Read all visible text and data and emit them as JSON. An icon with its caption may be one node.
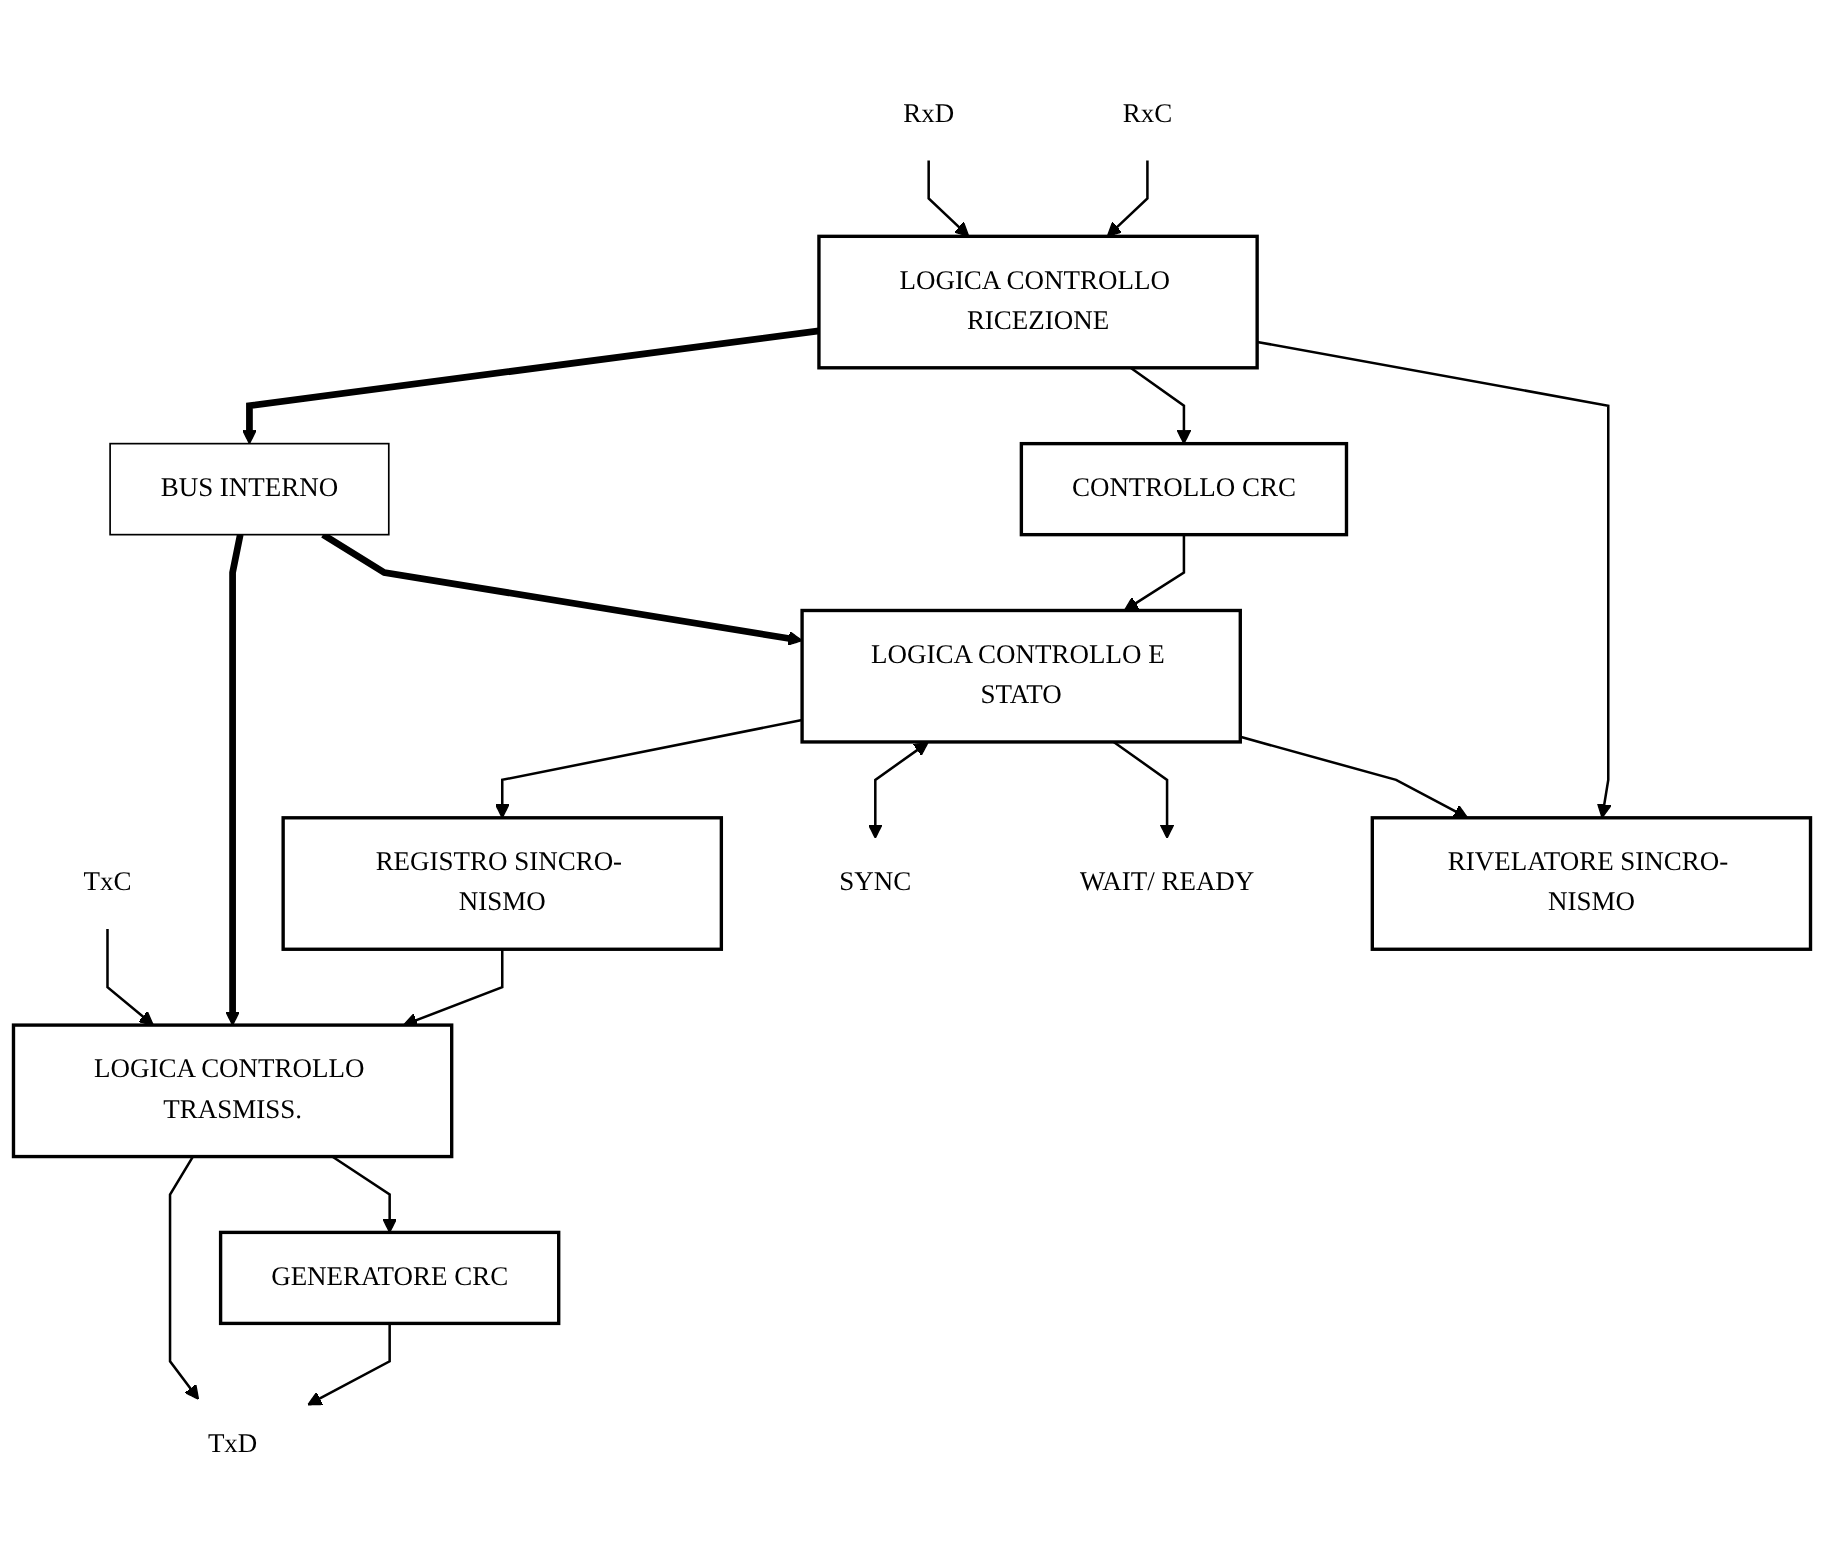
{
  "diagram": {
    "nodes": [
      {
        "text": [
          "TxD"
        ]
      },
      {
        "text": [
          "TxC"
        ]
      },
      {
        "text": [
          "GENERATORE CRC"
        ]
      },
      {
        "text": [
          "LOGICA CONTROLLO TRASMISS."
        ]
      },
      {
        "text": [
          "REGISTRO SINCRO- NISMO"
        ]
      },
      {
        "text": [
          "BUS INTERNO"
        ]
      },
      {
        "text": [
          "LOGICA CONTROLLO E STATO"
        ]
      },
      {
        "text": [
          "SYNC"
        ]
      },
      {
        "text": [
          "WAIT/ READY"
        ]
      },
      {
        "text": [
          "CONTROLLO CRC"
        ]
      },
      {
        "text": [
          "LOGICA CONTROLLO RICEZIONE"
        ]
      },
      {
        "text": [
          "RIVELATORE SINCRO- NISMO"
        ]
      },
      {
        "text": [
          "RxD"
        ]
      },
      {
        "text": [
          "RxC"
        ]
      }
    ],
    "edges": [
      {
        "from": 3,
        "to": 0,
        "arrow": "to"
      },
      {
        "from": 2,
        "to": 0,
        "arrow": "to"
      },
      {
        "from": 1,
        "to": 3,
        "arrow": "to"
      },
      {
        "from": 3,
        "to": 2,
        "arrow": "to"
      },
      {
        "from": 4,
        "to": 3,
        "arrow": "to"
      },
      {
        "from": 6,
        "to": 4,
        "arrow": "to"
      },
      {
        "from": 5,
        "to": 3,
        "arrow": "to",
        "style": "thick"
      },
      {
        "from": 5,
        "to": 6,
        "arrow": "to",
        "style": "thick"
      },
      {
        "from": 10,
        "to": 5,
        "arrow": "to",
        "style": "thick"
      },
      {
        "from": 9,
        "to": 6,
        "arrow": "to"
      },
      {
        "from": 6,
        "to": 7,
        "arrow": "both"
      },
      {
        "from": 6,
        "to": 8,
        "arrow": "to"
      },
      {
        "from": 6,
        "to": 11,
        "arrow": "to"
      },
      {
        "from": 10,
        "to": 9,
        "arrow": "to"
      },
      {
        "from": 10,
        "to": 11,
        "arrow": "to"
      },
      {
        "from": 12,
        "to": 10,
        "arrow": "to"
      },
      {
        "from": 13,
        "to": 10,
        "arrow": "to"
      }
    ]
  }
}
